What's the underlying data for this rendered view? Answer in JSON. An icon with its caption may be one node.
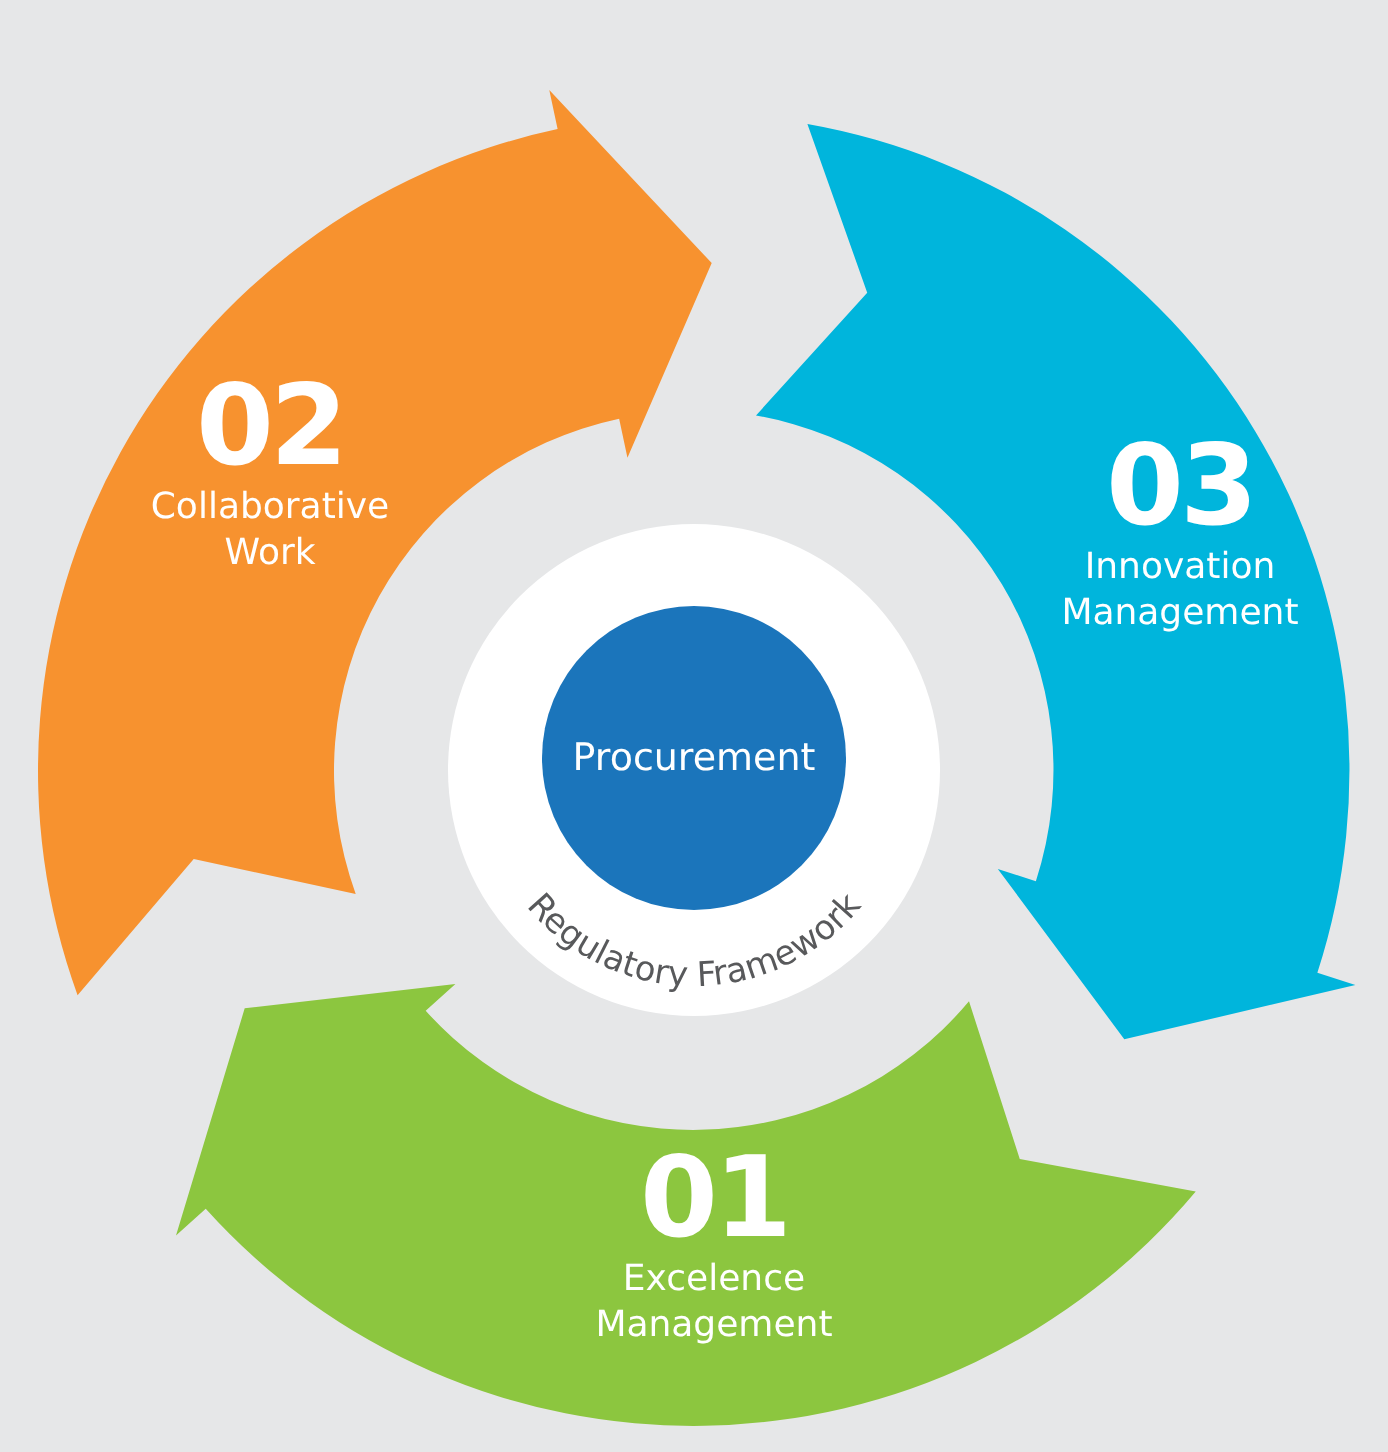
{
  "diagram": {
    "nodes": [
      {
        "text": [
          "02",
          "Collaborative Work"
        ]
      },
      {
        "text": [
          "03",
          "Innovation Management"
        ]
      },
      {
        "text": [
          "Regulatory Framework"
        ]
      },
      {
        "text": [
          "Procurement"
        ],
        "in": 2
      },
      {
        "text": [
          "01",
          "Excelence Management"
        ]
      }
    ]
  }
}
